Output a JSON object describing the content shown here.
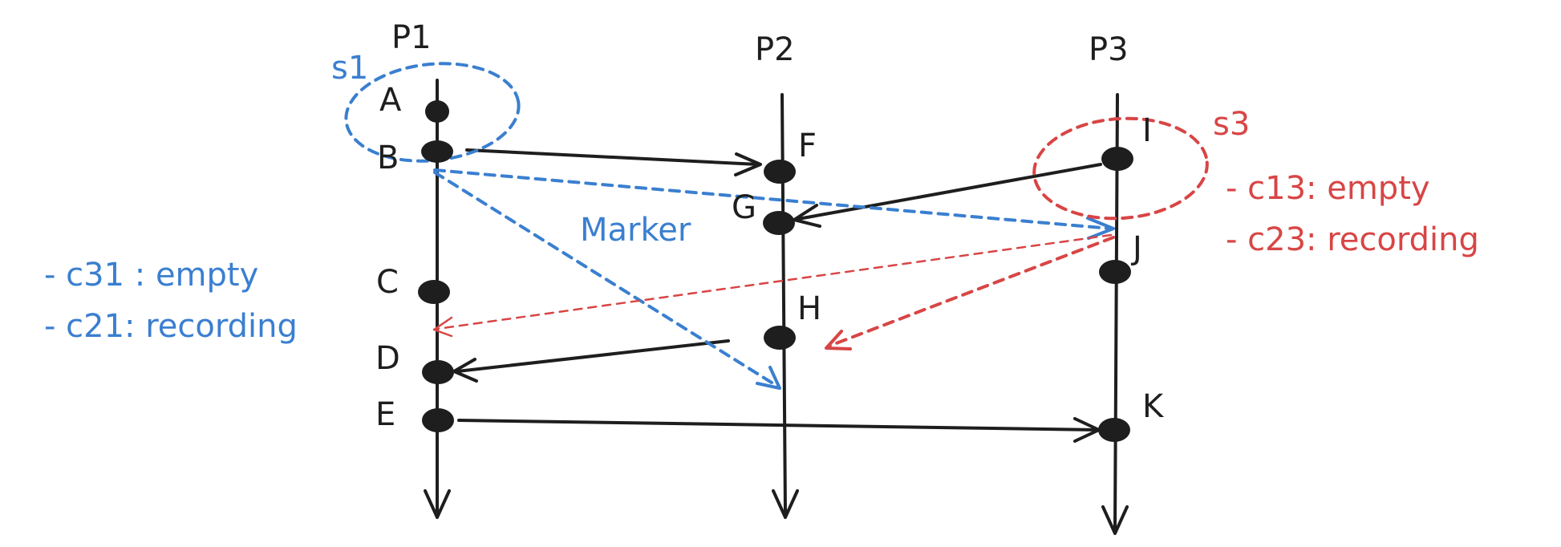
{
  "processes": {
    "p1": "P1",
    "p2": "P2",
    "p3": "P3"
  },
  "events": {
    "a": "A",
    "b": "B",
    "c": "C",
    "d": "D",
    "e": "E",
    "f": "F",
    "g": "G",
    "h": "H",
    "i": "I",
    "j": "J",
    "k": "K"
  },
  "snapshots": {
    "s1": "s1",
    "s3": "s3"
  },
  "marker_label": "Marker",
  "p1_channel_states": [
    "- c31 : empty",
    "- c21: recording"
  ],
  "p3_channel_states": [
    "- c13: empty",
    "- c23: recording"
  ],
  "colors": {
    "ink": "#1e1e1e",
    "blue": "#3a7fd0",
    "red": "#d84545"
  }
}
